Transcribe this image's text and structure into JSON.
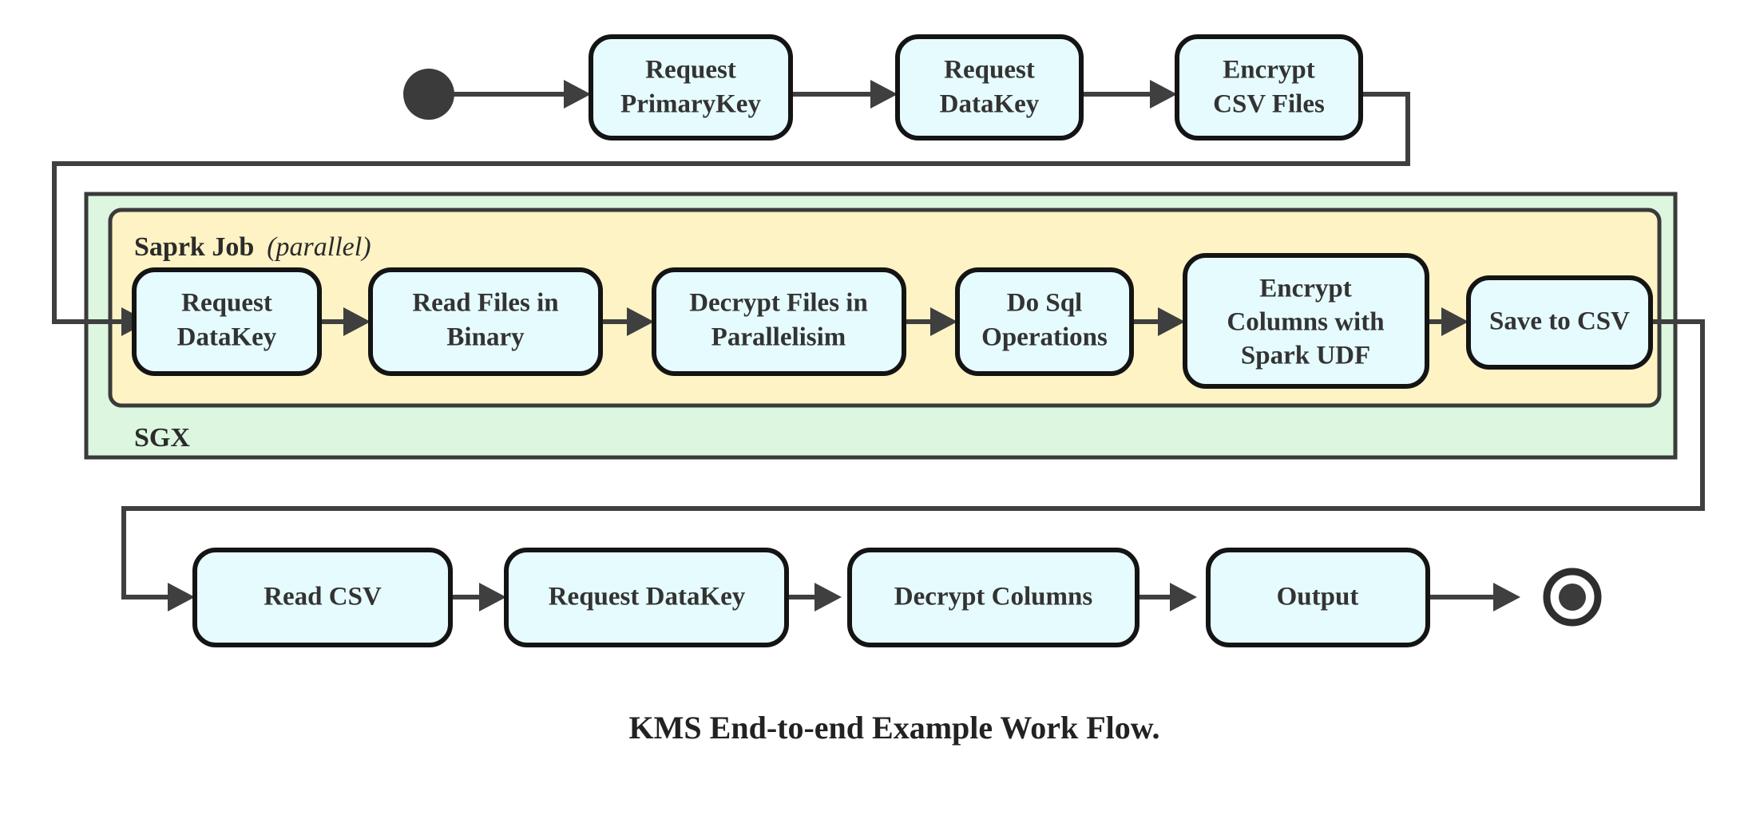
{
  "diagram": {
    "caption": "KMS End-to-end Example Work Flow.",
    "colors": {
      "node_fill": "#e6fbfd",
      "node_stroke": "#141414",
      "sgx_fill": "#dcf6e0",
      "spark_fill": "#fdf3c4",
      "edge_stroke": "#3f3f3f",
      "container_stroke": "#3a3a3a",
      "text": "#333333"
    },
    "start_node": {
      "name": "start-node",
      "shape": "filled-circle"
    },
    "end_node": {
      "name": "end-node",
      "shape": "bullseye-circle"
    },
    "containers": [
      {
        "id": "sgx",
        "label": "SGX",
        "label_position": "bottom-left"
      },
      {
        "id": "spark",
        "label_bold": "Saprk Job",
        "label_italic": "(parallel)",
        "label_position": "top-left"
      }
    ],
    "rows": [
      {
        "id": "top-row",
        "nodes": [
          {
            "id": "request-primarykey",
            "line1": "Request",
            "line2": "PrimaryKey"
          },
          {
            "id": "request-datakey-top",
            "line1": "Request",
            "line2": "DataKey"
          },
          {
            "id": "encrypt-csv-files",
            "line1": "Encrypt",
            "line2": "CSV Files"
          }
        ]
      },
      {
        "id": "spark-row",
        "nodes": [
          {
            "id": "request-datakey-spark",
            "line1": "Request",
            "line2": "DataKey"
          },
          {
            "id": "read-files-binary",
            "line1": "Read Files in",
            "line2": "Binary"
          },
          {
            "id": "decrypt-files-parallelisim",
            "line1": "Decrypt Files in",
            "line2": "Parallelisim"
          },
          {
            "id": "do-sql-operations",
            "line1": "Do Sql",
            "line2": "Operations"
          },
          {
            "id": "encrypt-columns-spark-udf",
            "line1": "Encrypt",
            "line2": "Columns with",
            "line3": "Spark UDF"
          },
          {
            "id": "save-to-csv",
            "line1": "Save to CSV"
          }
        ]
      },
      {
        "id": "bottom-row",
        "nodes": [
          {
            "id": "read-csv",
            "line1": "Read CSV"
          },
          {
            "id": "request-datakey-bottom",
            "line1": "Request DataKey"
          },
          {
            "id": "decrypt-columns",
            "line1": "Decrypt Columns"
          },
          {
            "id": "output",
            "line1": "Output"
          }
        ]
      }
    ]
  }
}
